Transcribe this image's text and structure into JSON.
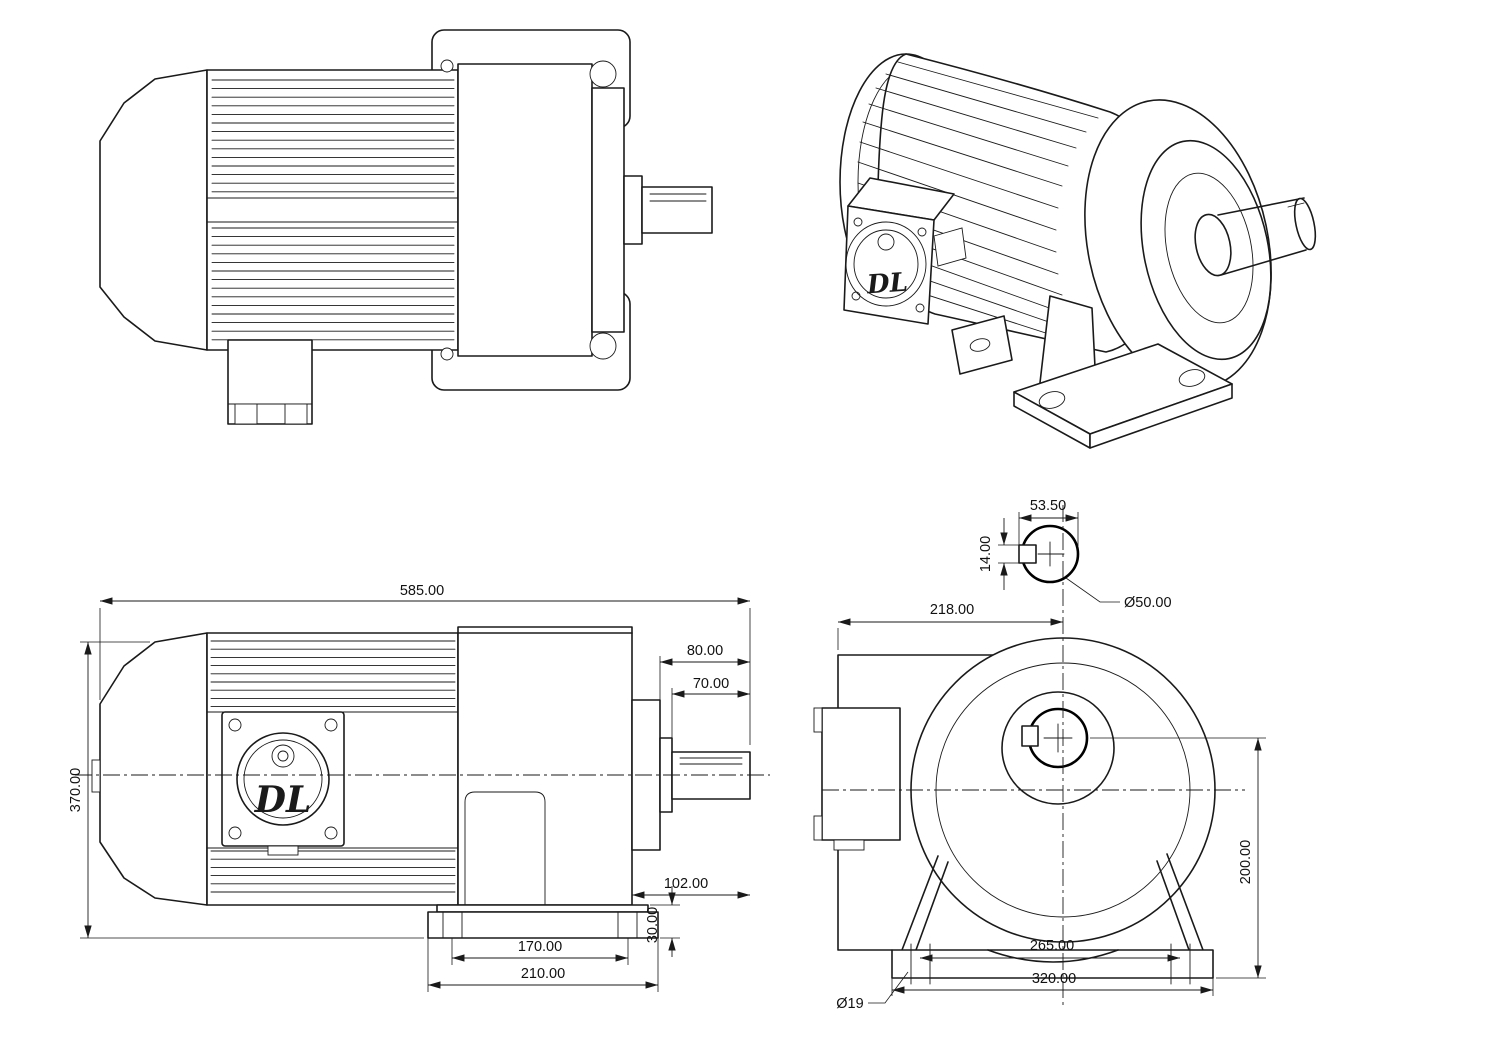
{
  "drawing": {
    "logo": "DL",
    "ink_color": "#1a1a1a",
    "background_color": "#ffffff",
    "side_view": {
      "dims": {
        "overall_length": "585.00",
        "shaft_extension": "80.00",
        "shaft_length": "70.00",
        "overall_height": "370.00",
        "rear_face_to_shaft_end": "102.00",
        "base_thickness": "30.00",
        "foot_hole_spacing": "170.00",
        "foot_length": "210.00"
      }
    },
    "front_view": {
      "dims": {
        "key_overall": "53.50",
        "key_width": "14.00",
        "shaft_diameter": "Ø50.00",
        "center_to_motor_edge": "218.00",
        "shaft_center_height": "200.00",
        "base_hole_spacing": "265.00",
        "base_width": "320.00",
        "foot_hole_diameter": "Ø19"
      }
    }
  }
}
